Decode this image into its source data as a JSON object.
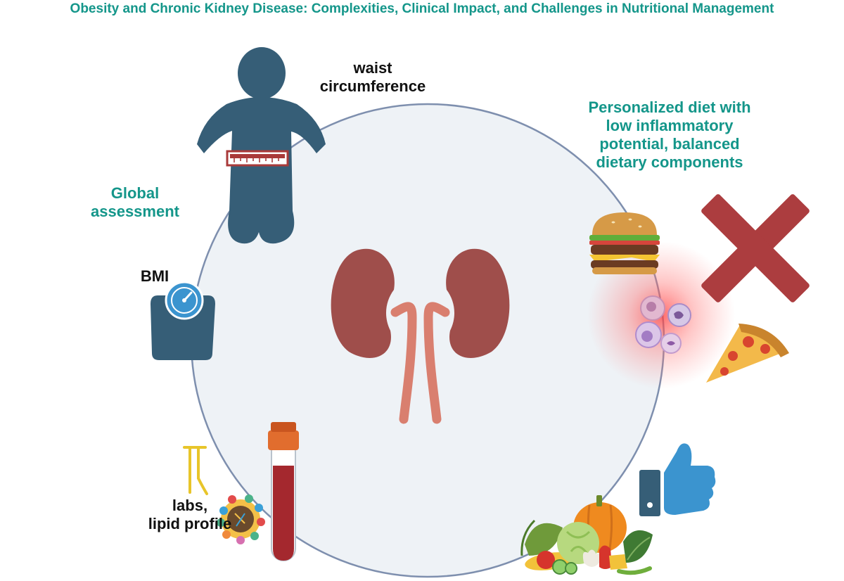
{
  "title": "Obesity and Chronic Kidney Disease: Complexities, Clinical Impact, and Challenges in Nutritional Management",
  "labels": {
    "waist": [
      "waist",
      "circumference"
    ],
    "global": [
      "Global",
      "assessment"
    ],
    "bmi": "BMI",
    "labs": [
      "labs,",
      "lipid profile"
    ],
    "diet": [
      "Personalized diet with",
      "low inflammatory",
      "potential, balanced",
      "dietary components"
    ]
  },
  "icons": [
    "obese-figure-icon",
    "measuring-tape-icon",
    "kidneys-icon",
    "weighing-scale-icon",
    "blood-tube-icon",
    "lipoprotein-icon",
    "lipid-icon",
    "burger-icon",
    "pizza-icon",
    "immune-cells-icon",
    "red-x-icon",
    "thumbs-up-icon",
    "vegetables-icon"
  ],
  "colors": {
    "teal": "#14968a",
    "figure": "#365e77",
    "kidney": "#9f4e4b",
    "ureter": "#d97f6f",
    "circle_fill": "#eef2f6",
    "circle_stroke": "#7e8fae",
    "cross": "#ac3d3f",
    "thumb": "#3b94cf",
    "blood": "#a4282e",
    "cap": "#e16d2e"
  }
}
